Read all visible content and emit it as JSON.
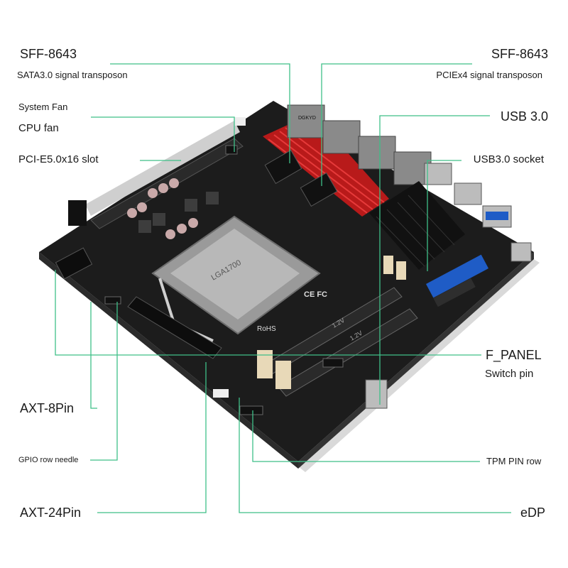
{
  "annotations": {
    "sff_sata_title": "SFF-8643",
    "sff_sata_sub": "SATA3.0 signal transposon",
    "sff_pcie_title": "SFF-8643",
    "sff_pcie_sub": "PCIEx4 signal transposon",
    "system_fan": "System Fan",
    "cpu_fan": "CPU fan",
    "pcie_slot": "PCI-E5.0x16 slot",
    "usb30": "USB 3.0",
    "usb30_socket": "USB3.0 socket",
    "f_panel": "F_PANEL",
    "switch_pin": "Switch pin",
    "axt_8pin": "AXT-8Pin",
    "gpio": "GPIO row needle",
    "tpm": "TPM PIN row",
    "axt_24pin": "AXT-24Pin",
    "edp": "eDP"
  },
  "board_marks": {
    "socket_text": "LGA1700",
    "ce_mark": "CE FC",
    "rohs_mark": "RoHS",
    "dimm_label_1": "1.2V",
    "dimm_label_2": "1.2V",
    "brand": "DGKYD"
  },
  "colors": {
    "leader": "#3fbf88",
    "pcb": "#1c1c1c",
    "heatsink_accent": "#d81e1e",
    "usb_blue": "#1f5cc6"
  }
}
